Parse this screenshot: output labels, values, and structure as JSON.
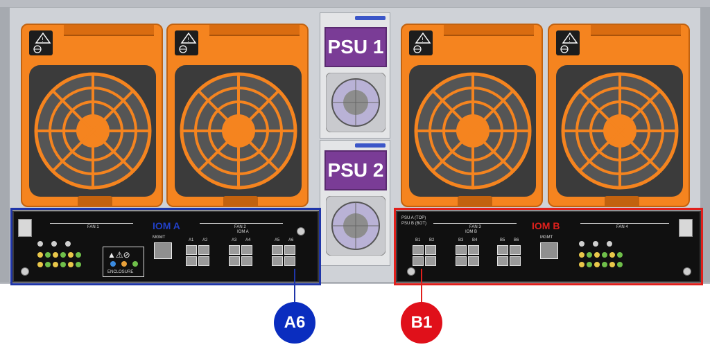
{
  "psu_labels": {
    "psu1": "PSU 1",
    "psu2": "PSU 2"
  },
  "iom_a": {
    "name": "IOM A",
    "fan_labels": [
      "FAN 1",
      "FAN 2"
    ],
    "port_group_label": "IOM A",
    "mgmt_label": "MGMT",
    "port_labels": [
      "A1",
      "A2",
      "A3",
      "A4",
      "A5",
      "A6"
    ],
    "enclosure_label": "ENCLOSURE"
  },
  "iom_b": {
    "name": "IOM B",
    "fan_labels": [
      "FAN 3",
      "FAN 4"
    ],
    "psu_note": [
      "PSU A (TOP)",
      "PSU B (BOT)"
    ],
    "port_group_label": "IOM B",
    "mgmt_label": "MGMT",
    "port_labels": [
      "B1",
      "B2",
      "B3",
      "B4",
      "B5",
      "B6"
    ]
  },
  "callouts": {
    "a6": "A6",
    "b1": "B1"
  },
  "colors": {
    "fan_orange": "#f5841f",
    "psu_purple": "#7a3c96",
    "iom_a_blue": "#1f35a8",
    "iom_b_red": "#e0201c",
    "callout_a_blue": "#0a2dbf",
    "callout_b_red": "#e0101a"
  }
}
